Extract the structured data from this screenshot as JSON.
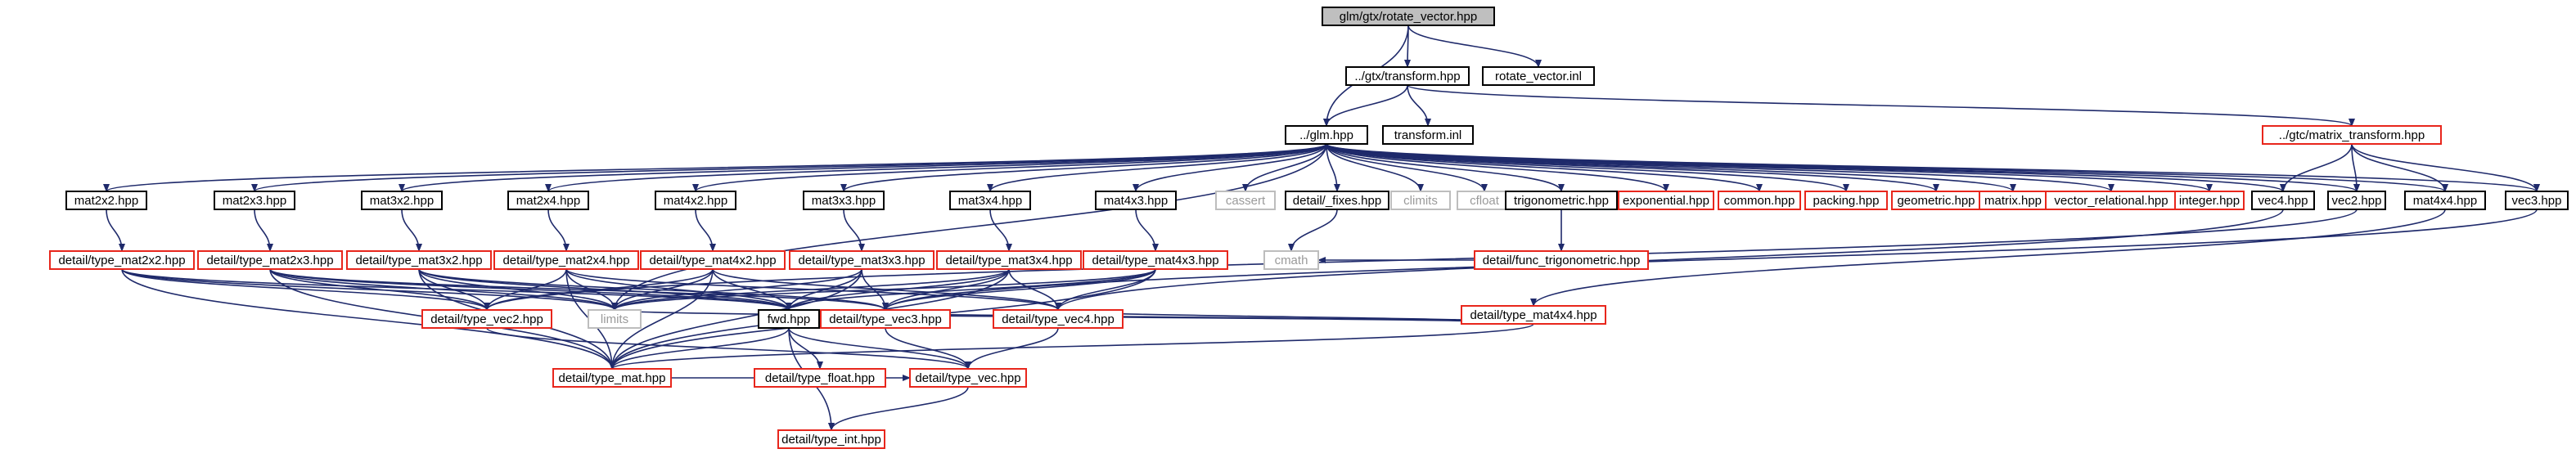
{
  "colors": {
    "edge": "#1f2a6b",
    "border_black": "#000000",
    "border_red": "#e8261c",
    "border_gray": "#bdbdbd",
    "root_fill": "#bfbfbf",
    "text_gray": "#9a9a9a",
    "text": "#000000"
  },
  "nodes": [
    {
      "id": "root",
      "label": "glm/gtx/rotate_vector.hpp",
      "style": "root"
    },
    {
      "id": "gtx_transform",
      "label": "../gtx/transform.hpp",
      "style": "black"
    },
    {
      "id": "rotate_inl",
      "label": "rotate_vector.inl",
      "style": "black"
    },
    {
      "id": "glm",
      "label": "../glm.hpp",
      "style": "black"
    },
    {
      "id": "transform_inl",
      "label": "transform.inl",
      "style": "black"
    },
    {
      "id": "gtc_mt",
      "label": "../gtc/matrix_transform.hpp",
      "style": "red"
    },
    {
      "id": "mat2x2",
      "label": "mat2x2.hpp",
      "style": "black"
    },
    {
      "id": "mat2x3",
      "label": "mat2x3.hpp",
      "style": "black"
    },
    {
      "id": "mat3x2",
      "label": "mat3x2.hpp",
      "style": "black"
    },
    {
      "id": "mat2x4",
      "label": "mat2x4.hpp",
      "style": "black"
    },
    {
      "id": "mat4x2",
      "label": "mat4x2.hpp",
      "style": "black"
    },
    {
      "id": "mat3x3",
      "label": "mat3x3.hpp",
      "style": "black"
    },
    {
      "id": "mat3x4",
      "label": "mat3x4.hpp",
      "style": "black"
    },
    {
      "id": "mat4x3",
      "label": "mat4x3.hpp",
      "style": "black"
    },
    {
      "id": "cassert",
      "label": "cassert",
      "style": "gray"
    },
    {
      "id": "fixes",
      "label": "detail/_fixes.hpp",
      "style": "black"
    },
    {
      "id": "climits",
      "label": "climits",
      "style": "gray"
    },
    {
      "id": "cfloat",
      "label": "cfloat",
      "style": "gray"
    },
    {
      "id": "trig",
      "label": "trigonometric.hpp",
      "style": "black"
    },
    {
      "id": "expo",
      "label": "exponential.hpp",
      "style": "red"
    },
    {
      "id": "common",
      "label": "common.hpp",
      "style": "red"
    },
    {
      "id": "packing",
      "label": "packing.hpp",
      "style": "red"
    },
    {
      "id": "geometric",
      "label": "geometric.hpp",
      "style": "red"
    },
    {
      "id": "matrix",
      "label": "matrix.hpp",
      "style": "red"
    },
    {
      "id": "vecrel",
      "label": "vector_relational.hpp",
      "style": "red"
    },
    {
      "id": "integer",
      "label": "integer.hpp",
      "style": "red"
    },
    {
      "id": "vec4",
      "label": "vec4.hpp",
      "style": "black"
    },
    {
      "id": "vec2",
      "label": "vec2.hpp",
      "style": "black"
    },
    {
      "id": "mat4x4",
      "label": "mat4x4.hpp",
      "style": "black"
    },
    {
      "id": "vec3",
      "label": "vec3.hpp",
      "style": "black"
    },
    {
      "id": "tm2x2",
      "label": "detail/type_mat2x2.hpp",
      "style": "red"
    },
    {
      "id": "tm2x3",
      "label": "detail/type_mat2x3.hpp",
      "style": "red"
    },
    {
      "id": "tm3x2",
      "label": "detail/type_mat3x2.hpp",
      "style": "red"
    },
    {
      "id": "tm2x4",
      "label": "detail/type_mat2x4.hpp",
      "style": "red"
    },
    {
      "id": "tm4x2",
      "label": "detail/type_mat4x2.hpp",
      "style": "red"
    },
    {
      "id": "tm3x3",
      "label": "detail/type_mat3x3.hpp",
      "style": "red"
    },
    {
      "id": "tm3x4",
      "label": "detail/type_mat3x4.hpp",
      "style": "red"
    },
    {
      "id": "tm4x3",
      "label": "detail/type_mat4x3.hpp",
      "style": "red"
    },
    {
      "id": "cmath",
      "label": "cmath",
      "style": "gray"
    },
    {
      "id": "functrig",
      "label": "detail/func_trigonometric.hpp",
      "style": "red"
    },
    {
      "id": "tm4x4",
      "label": "detail/type_mat4x4.hpp",
      "style": "red"
    },
    {
      "id": "limits",
      "label": "limits",
      "style": "gray"
    },
    {
      "id": "fwd",
      "label": "fwd.hpp",
      "style": "black"
    },
    {
      "id": "tvec2",
      "label": "detail/type_vec2.hpp",
      "style": "red"
    },
    {
      "id": "tvec3",
      "label": "detail/type_vec3.hpp",
      "style": "red"
    },
    {
      "id": "tvec4",
      "label": "detail/type_vec4.hpp",
      "style": "red"
    },
    {
      "id": "tmat",
      "label": "detail/type_mat.hpp",
      "style": "red"
    },
    {
      "id": "tfloat",
      "label": "detail/type_float.hpp",
      "style": "red"
    },
    {
      "id": "tvec",
      "label": "detail/type_vec.hpp",
      "style": "red"
    },
    {
      "id": "tint",
      "label": "detail/type_int.hpp",
      "style": "red"
    }
  ],
  "edges": [
    [
      "root",
      "gtx_transform"
    ],
    [
      "root",
      "rotate_inl"
    ],
    [
      "root",
      "glm"
    ],
    [
      "gtx_transform",
      "glm"
    ],
    [
      "gtx_transform",
      "transform_inl"
    ],
    [
      "gtx_transform",
      "gtc_mt"
    ],
    [
      "gtc_mt",
      "mat4x4"
    ],
    [
      "gtc_mt",
      "vec2"
    ],
    [
      "gtc_mt",
      "vec3"
    ],
    [
      "gtc_mt",
      "vec4"
    ],
    [
      "glm",
      "mat2x2"
    ],
    [
      "glm",
      "mat2x3"
    ],
    [
      "glm",
      "mat3x2"
    ],
    [
      "glm",
      "mat2x4"
    ],
    [
      "glm",
      "mat4x2"
    ],
    [
      "glm",
      "mat3x3"
    ],
    [
      "glm",
      "mat3x4"
    ],
    [
      "glm",
      "mat4x3"
    ],
    [
      "glm",
      "cassert"
    ],
    [
      "glm",
      "fixes"
    ],
    [
      "glm",
      "climits"
    ],
    [
      "glm",
      "cfloat"
    ],
    [
      "glm",
      "trig"
    ],
    [
      "glm",
      "expo"
    ],
    [
      "glm",
      "common"
    ],
    [
      "glm",
      "packing"
    ],
    [
      "glm",
      "geometric"
    ],
    [
      "glm",
      "matrix"
    ],
    [
      "glm",
      "vecrel"
    ],
    [
      "glm",
      "integer"
    ],
    [
      "glm",
      "vec4"
    ],
    [
      "glm",
      "vec2"
    ],
    [
      "glm",
      "mat4x4"
    ],
    [
      "glm",
      "vec3"
    ],
    [
      "glm",
      "limits"
    ],
    [
      "fixes",
      "cmath"
    ],
    [
      "trig",
      "functrig"
    ],
    [
      "mat2x2",
      "tm2x2"
    ],
    [
      "mat2x3",
      "tm2x3"
    ],
    [
      "mat3x2",
      "tm3x2"
    ],
    [
      "mat2x4",
      "tm2x4"
    ],
    [
      "mat4x2",
      "tm4x2"
    ],
    [
      "mat3x3",
      "tm3x3"
    ],
    [
      "mat3x4",
      "tm3x4"
    ],
    [
      "mat4x3",
      "tm4x3"
    ],
    [
      "mat4x4",
      "tm4x4"
    ],
    [
      "tm2x2",
      "tvec2"
    ],
    [
      "tm2x2",
      "tmat"
    ],
    [
      "tm2x2",
      "limits"
    ],
    [
      "tm2x2",
      "fwd"
    ],
    [
      "tm2x3",
      "tvec2"
    ],
    [
      "tm2x3",
      "tvec3"
    ],
    [
      "tm2x3",
      "tmat"
    ],
    [
      "tm2x3",
      "limits"
    ],
    [
      "tm2x3",
      "fwd"
    ],
    [
      "tm3x2",
      "tvec2"
    ],
    [
      "tm3x2",
      "tvec3"
    ],
    [
      "tm3x2",
      "tmat"
    ],
    [
      "tm3x2",
      "limits"
    ],
    [
      "tm3x2",
      "fwd"
    ],
    [
      "tm2x4",
      "tvec2"
    ],
    [
      "tm2x4",
      "tvec4"
    ],
    [
      "tm2x4",
      "tmat"
    ],
    [
      "tm2x4",
      "limits"
    ],
    [
      "tm2x4",
      "fwd"
    ],
    [
      "tm4x2",
      "tvec2"
    ],
    [
      "tm4x2",
      "tvec4"
    ],
    [
      "tm4x2",
      "tmat"
    ],
    [
      "tm4x2",
      "limits"
    ],
    [
      "tm4x2",
      "fwd"
    ],
    [
      "tm3x3",
      "tvec3"
    ],
    [
      "tm3x3",
      "tmat"
    ],
    [
      "tm3x3",
      "limits"
    ],
    [
      "tm3x3",
      "fwd"
    ],
    [
      "tm3x4",
      "tvec3"
    ],
    [
      "tm3x4",
      "tvec4"
    ],
    [
      "tm3x4",
      "tmat"
    ],
    [
      "tm3x4",
      "limits"
    ],
    [
      "tm3x4",
      "fwd"
    ],
    [
      "tm4x3",
      "tvec3"
    ],
    [
      "tm4x3",
      "tvec4"
    ],
    [
      "tm4x3",
      "tmat"
    ],
    [
      "tm4x3",
      "limits"
    ],
    [
      "tm4x3",
      "fwd"
    ],
    [
      "tm4x4",
      "tvec4"
    ],
    [
      "tm4x4",
      "tmat"
    ],
    [
      "tm4x4",
      "limits"
    ],
    [
      "tm4x4",
      "fwd"
    ],
    [
      "functrig",
      "cmath"
    ],
    [
      "vec4",
      "tvec4"
    ],
    [
      "vec2",
      "tvec2"
    ],
    [
      "vec3",
      "tvec3"
    ],
    [
      "fwd",
      "tint"
    ],
    [
      "fwd",
      "tfloat"
    ],
    [
      "fwd",
      "tvec"
    ],
    [
      "fwd",
      "tmat"
    ],
    [
      "tvec2",
      "tvec"
    ],
    [
      "tvec3",
      "tvec"
    ],
    [
      "tvec4",
      "tvec"
    ],
    [
      "tvec",
      "tint"
    ],
    [
      "tmat",
      "tvec"
    ]
  ]
}
